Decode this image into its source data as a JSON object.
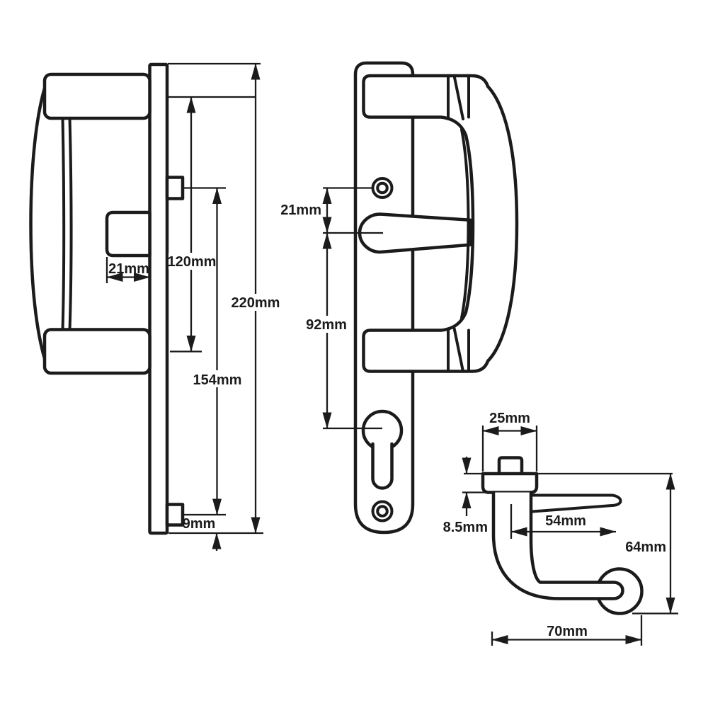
{
  "drawing": {
    "background": "#ffffff",
    "line_color": "#1b1b1b",
    "unit": "mm",
    "views": {
      "side": {
        "name": "side-elevation",
        "labels": {
          "case_depth": "21mm",
          "block_centres": "120mm",
          "screw_centres": "154mm",
          "overall_height": "220mm",
          "lug_offset": "9mm"
        }
      },
      "front": {
        "name": "front-elevation",
        "labels": {
          "screw_to_spindle": "21mm",
          "spindle_to_cylinder": "92mm"
        }
      },
      "top": {
        "name": "top-projection",
        "labels": {
          "base_width": "25mm",
          "base_depth": "8.5mm",
          "grip_length": "54mm",
          "projection_height": "64mm",
          "overall_projection": "70mm"
        }
      }
    }
  }
}
